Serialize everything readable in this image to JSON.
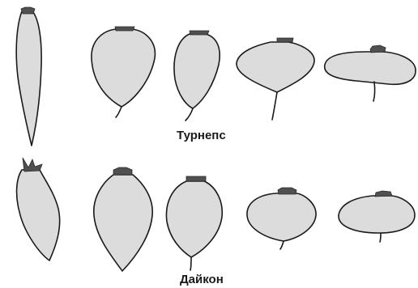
{
  "groups": [
    {
      "label": "Турнепс",
      "shapes": [
        "long-tapered",
        "obovate",
        "elongated-oval",
        "flat-round",
        "flat-oblong"
      ]
    },
    {
      "label": "Дайкон",
      "shapes": [
        "long-curved",
        "spindle",
        "round-pointed",
        "flat-round",
        "flat-oval"
      ]
    }
  ],
  "colors": {
    "root_fill": "#dcdcdc",
    "outline": "#1a1a1a",
    "crown": "#505050",
    "background": "#ffffff"
  }
}
